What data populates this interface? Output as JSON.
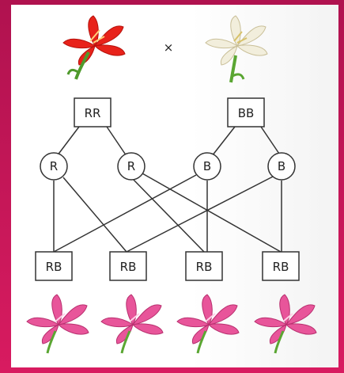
{
  "diagram": {
    "cross_symbol": "×",
    "parents": [
      {
        "genotype": "RR",
        "flower_color": "#e8221a"
      },
      {
        "genotype": "BB",
        "flower_color": "#f2eedc"
      }
    ],
    "gametes": [
      "R",
      "R",
      "B",
      "B"
    ],
    "offspring": [
      {
        "genotype": "RB"
      },
      {
        "genotype": "RB"
      },
      {
        "genotype": "RB"
      },
      {
        "genotype": "RB"
      }
    ],
    "offspring_flower_color": "#e8559a"
  }
}
